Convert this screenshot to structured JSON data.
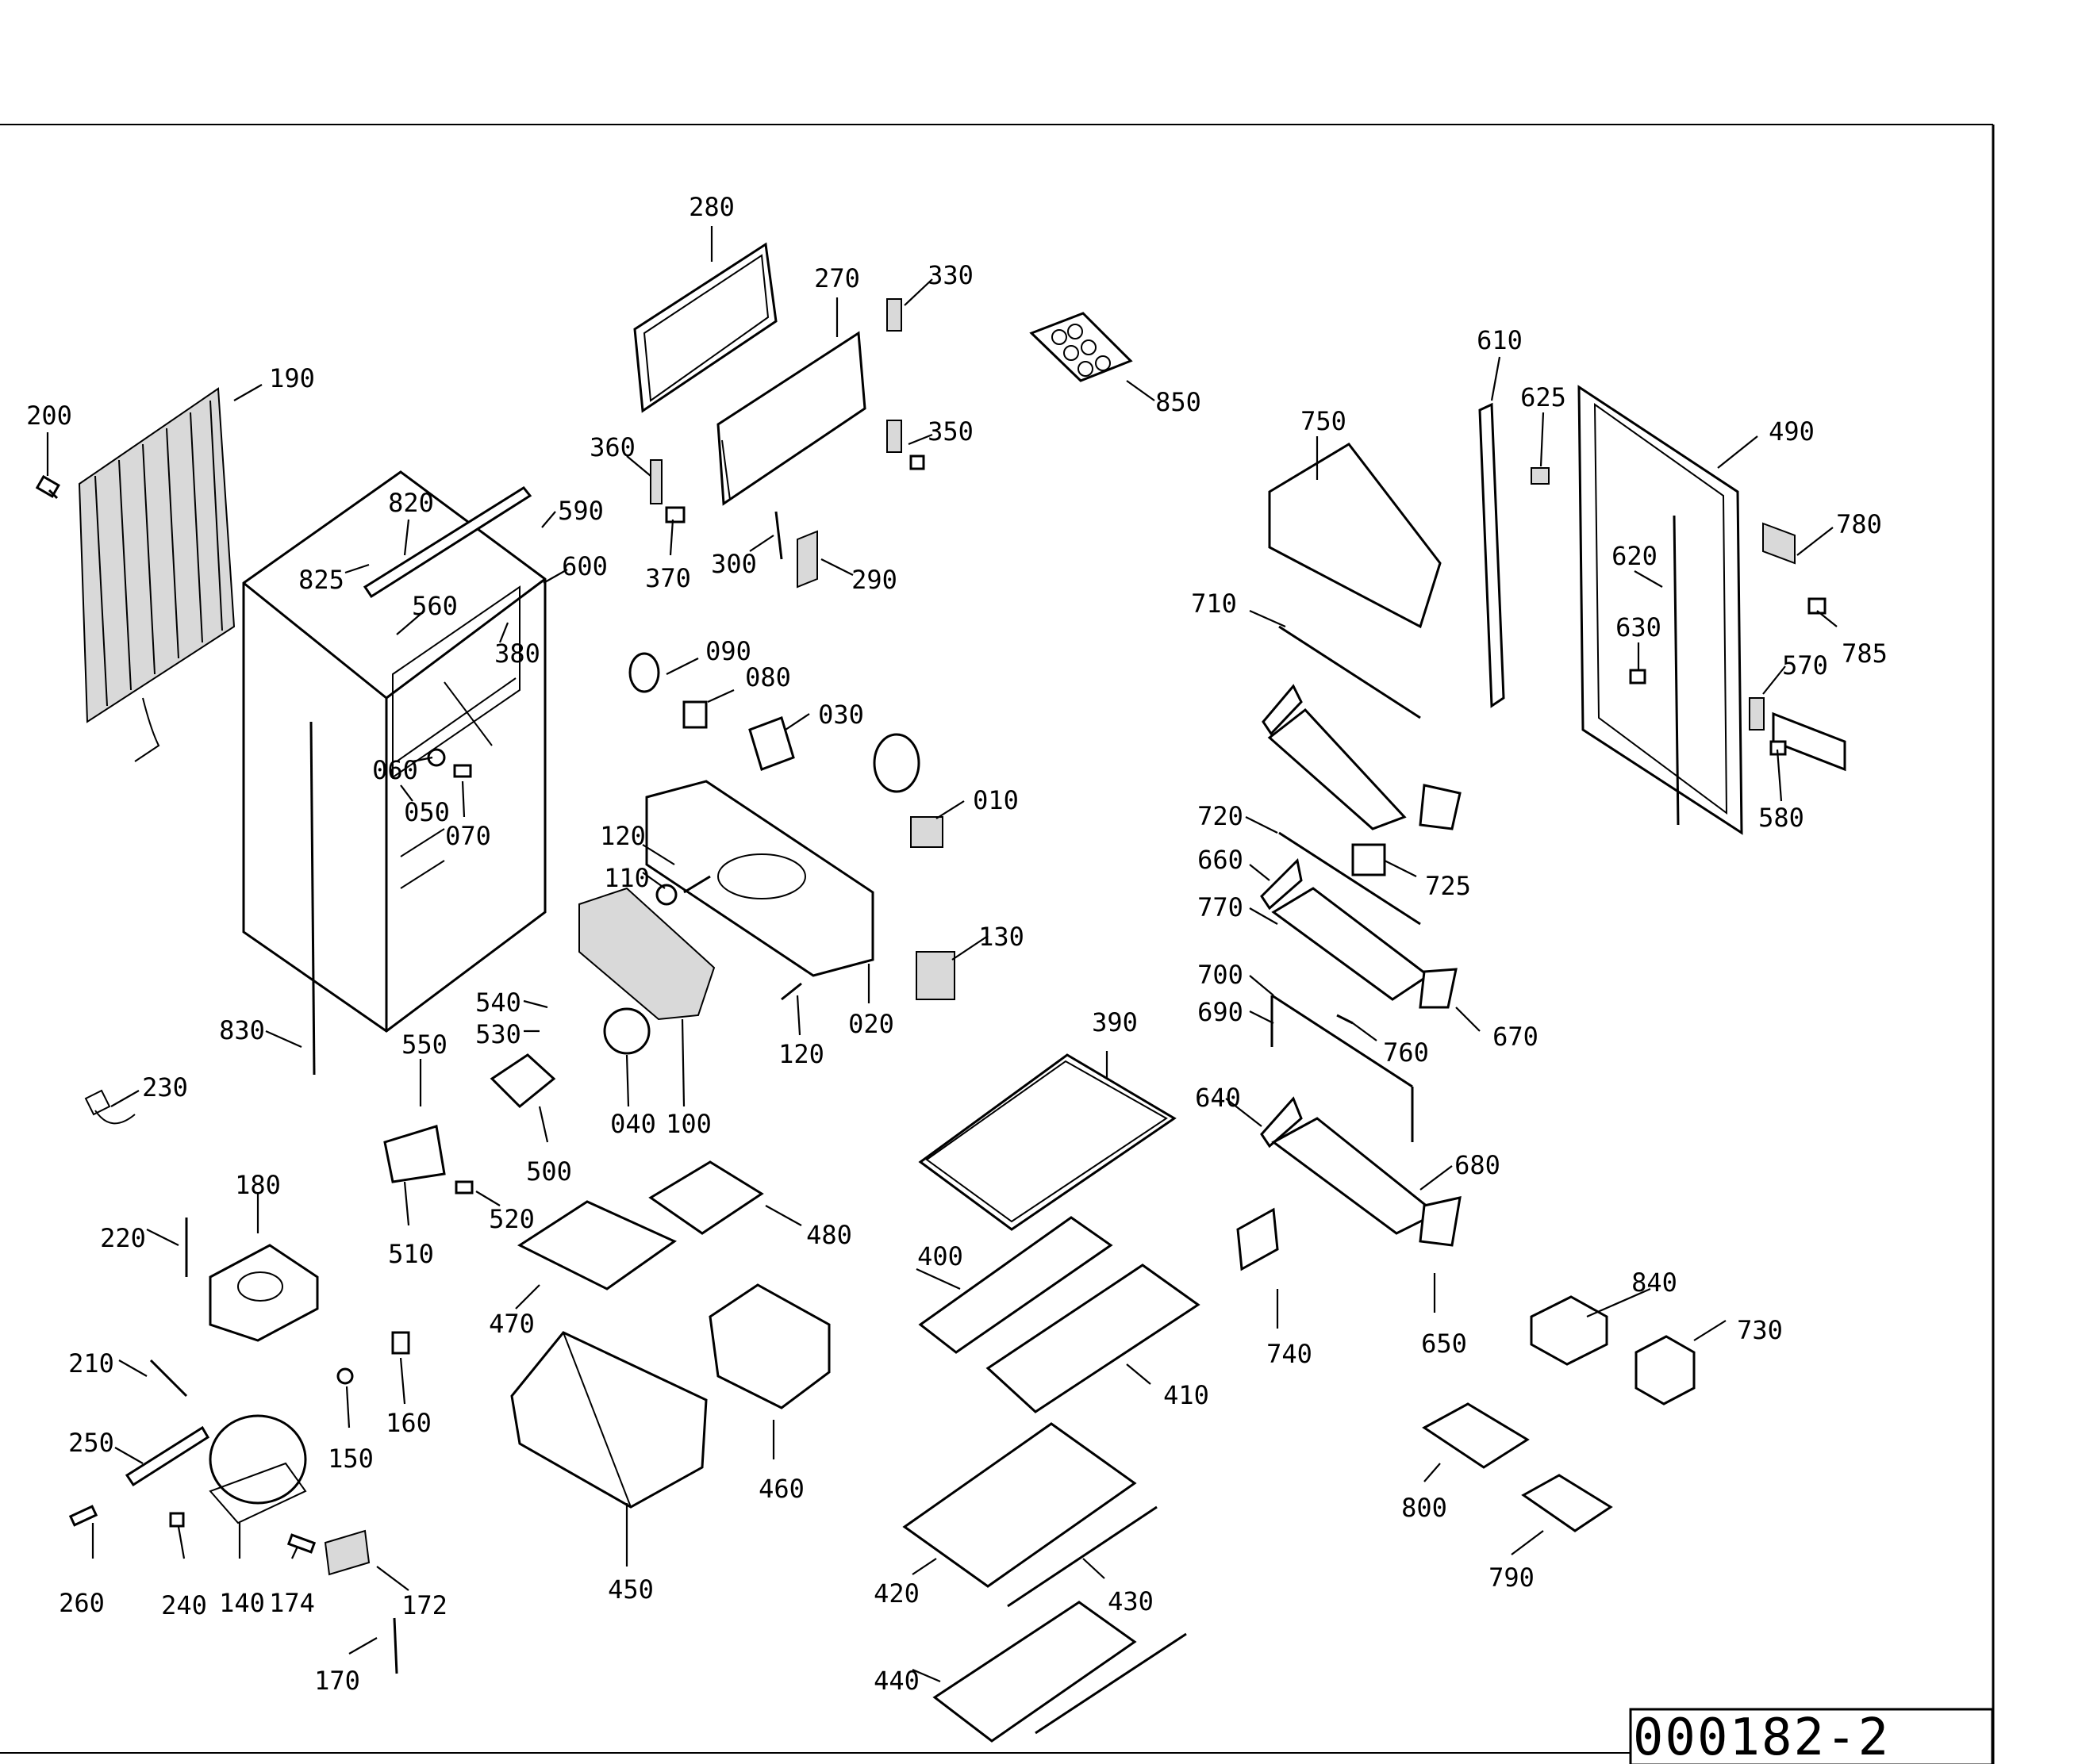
{
  "drawing_number": "000182-2",
  "part_labels": [
    {
      "id": "280",
      "text": "280"
    },
    {
      "id": "270",
      "text": "270"
    },
    {
      "id": "330",
      "text": "330"
    },
    {
      "id": "350",
      "text": "350"
    },
    {
      "id": "360",
      "text": "360"
    },
    {
      "id": "370",
      "text": "370"
    },
    {
      "id": "300",
      "text": "300"
    },
    {
      "id": "290",
      "text": "290"
    },
    {
      "id": "850",
      "text": "850"
    },
    {
      "id": "610",
      "text": "610"
    },
    {
      "id": "625",
      "text": "625"
    },
    {
      "id": "490",
      "text": "490"
    },
    {
      "id": "750",
      "text": "750"
    },
    {
      "id": "780",
      "text": "780"
    },
    {
      "id": "620",
      "text": "620"
    },
    {
      "id": "630",
      "text": "630"
    },
    {
      "id": "785",
      "text": "785"
    },
    {
      "id": "710",
      "text": "710"
    },
    {
      "id": "570",
      "text": "570"
    },
    {
      "id": "580",
      "text": "580"
    },
    {
      "id": "200",
      "text": "200"
    },
    {
      "id": "190",
      "text": "190"
    },
    {
      "id": "820",
      "text": "820"
    },
    {
      "id": "590",
      "text": "590"
    },
    {
      "id": "825",
      "text": "825"
    },
    {
      "id": "600",
      "text": "600"
    },
    {
      "id": "560",
      "text": "560"
    },
    {
      "id": "380",
      "text": "380"
    },
    {
      "id": "090",
      "text": "090"
    },
    {
      "id": "080",
      "text": "080"
    },
    {
      "id": "030",
      "text": "030"
    },
    {
      "id": "060",
      "text": "060"
    },
    {
      "id": "050",
      "text": "050"
    },
    {
      "id": "070",
      "text": "070"
    },
    {
      "id": "010",
      "text": "010"
    },
    {
      "id": "120a",
      "text": "120"
    },
    {
      "id": "110",
      "text": "110"
    },
    {
      "id": "720",
      "text": "720"
    },
    {
      "id": "660",
      "text": "660"
    },
    {
      "id": "725",
      "text": "725"
    },
    {
      "id": "770",
      "text": "770"
    },
    {
      "id": "130",
      "text": "130"
    },
    {
      "id": "700",
      "text": "700"
    },
    {
      "id": "690",
      "text": "690"
    },
    {
      "id": "760",
      "text": "760"
    },
    {
      "id": "670",
      "text": "670"
    },
    {
      "id": "540",
      "text": "540"
    },
    {
      "id": "530",
      "text": "530"
    },
    {
      "id": "120b",
      "text": "120"
    },
    {
      "id": "020",
      "text": "020"
    },
    {
      "id": "390",
      "text": "390"
    },
    {
      "id": "830",
      "text": "830"
    },
    {
      "id": "550",
      "text": "550"
    },
    {
      "id": "230",
      "text": "230"
    },
    {
      "id": "040",
      "text": "040"
    },
    {
      "id": "100",
      "text": "100"
    },
    {
      "id": "640",
      "text": "640"
    },
    {
      "id": "500",
      "text": "500"
    },
    {
      "id": "680",
      "text": "680"
    },
    {
      "id": "180",
      "text": "180"
    },
    {
      "id": "220",
      "text": "220"
    },
    {
      "id": "520",
      "text": "520"
    },
    {
      "id": "480",
      "text": "480"
    },
    {
      "id": "510",
      "text": "510"
    },
    {
      "id": "400",
      "text": "400"
    },
    {
      "id": "840",
      "text": "840"
    },
    {
      "id": "470",
      "text": "470"
    },
    {
      "id": "740",
      "text": "740"
    },
    {
      "id": "650",
      "text": "650"
    },
    {
      "id": "730",
      "text": "730"
    },
    {
      "id": "210",
      "text": "210"
    },
    {
      "id": "410",
      "text": "410"
    },
    {
      "id": "160",
      "text": "160"
    },
    {
      "id": "250",
      "text": "250"
    },
    {
      "id": "150",
      "text": "150"
    },
    {
      "id": "460",
      "text": "460"
    },
    {
      "id": "800",
      "text": "800"
    },
    {
      "id": "790",
      "text": "790"
    },
    {
      "id": "260",
      "text": "260"
    },
    {
      "id": "240",
      "text": "240"
    },
    {
      "id": "140",
      "text": "140"
    },
    {
      "id": "174",
      "text": "174"
    },
    {
      "id": "172",
      "text": "172"
    },
    {
      "id": "450",
      "text": "450"
    },
    {
      "id": "420",
      "text": "420"
    },
    {
      "id": "430",
      "text": "430"
    },
    {
      "id": "170",
      "text": "170"
    },
    {
      "id": "440",
      "text": "440"
    }
  ]
}
